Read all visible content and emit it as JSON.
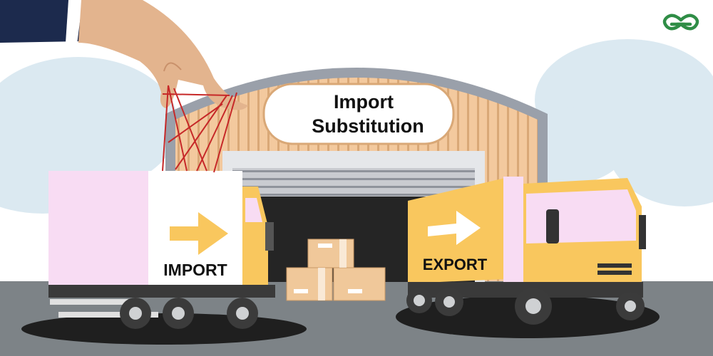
{
  "signboard": {
    "line1": "Import",
    "line2": "Substitution"
  },
  "left_truck": {
    "label": "IMPORT",
    "icon": "arrow-right-icon"
  },
  "right_truck": {
    "label": "EXPORT",
    "icon": "arrow-right-icon"
  },
  "logo": {
    "icon": "geeksforgeeks-logo-icon"
  },
  "colors": {
    "sky": "#dbe9f1",
    "warehouse_wall": "#f2c79b",
    "warehouse_roof": "#9aa0aa",
    "ground": "#7d8387",
    "truck_yellow": "#f9c75e",
    "truck_pink": "#f8dcf3",
    "logo_green": "#2f8d46",
    "string_red": "#c62828"
  }
}
